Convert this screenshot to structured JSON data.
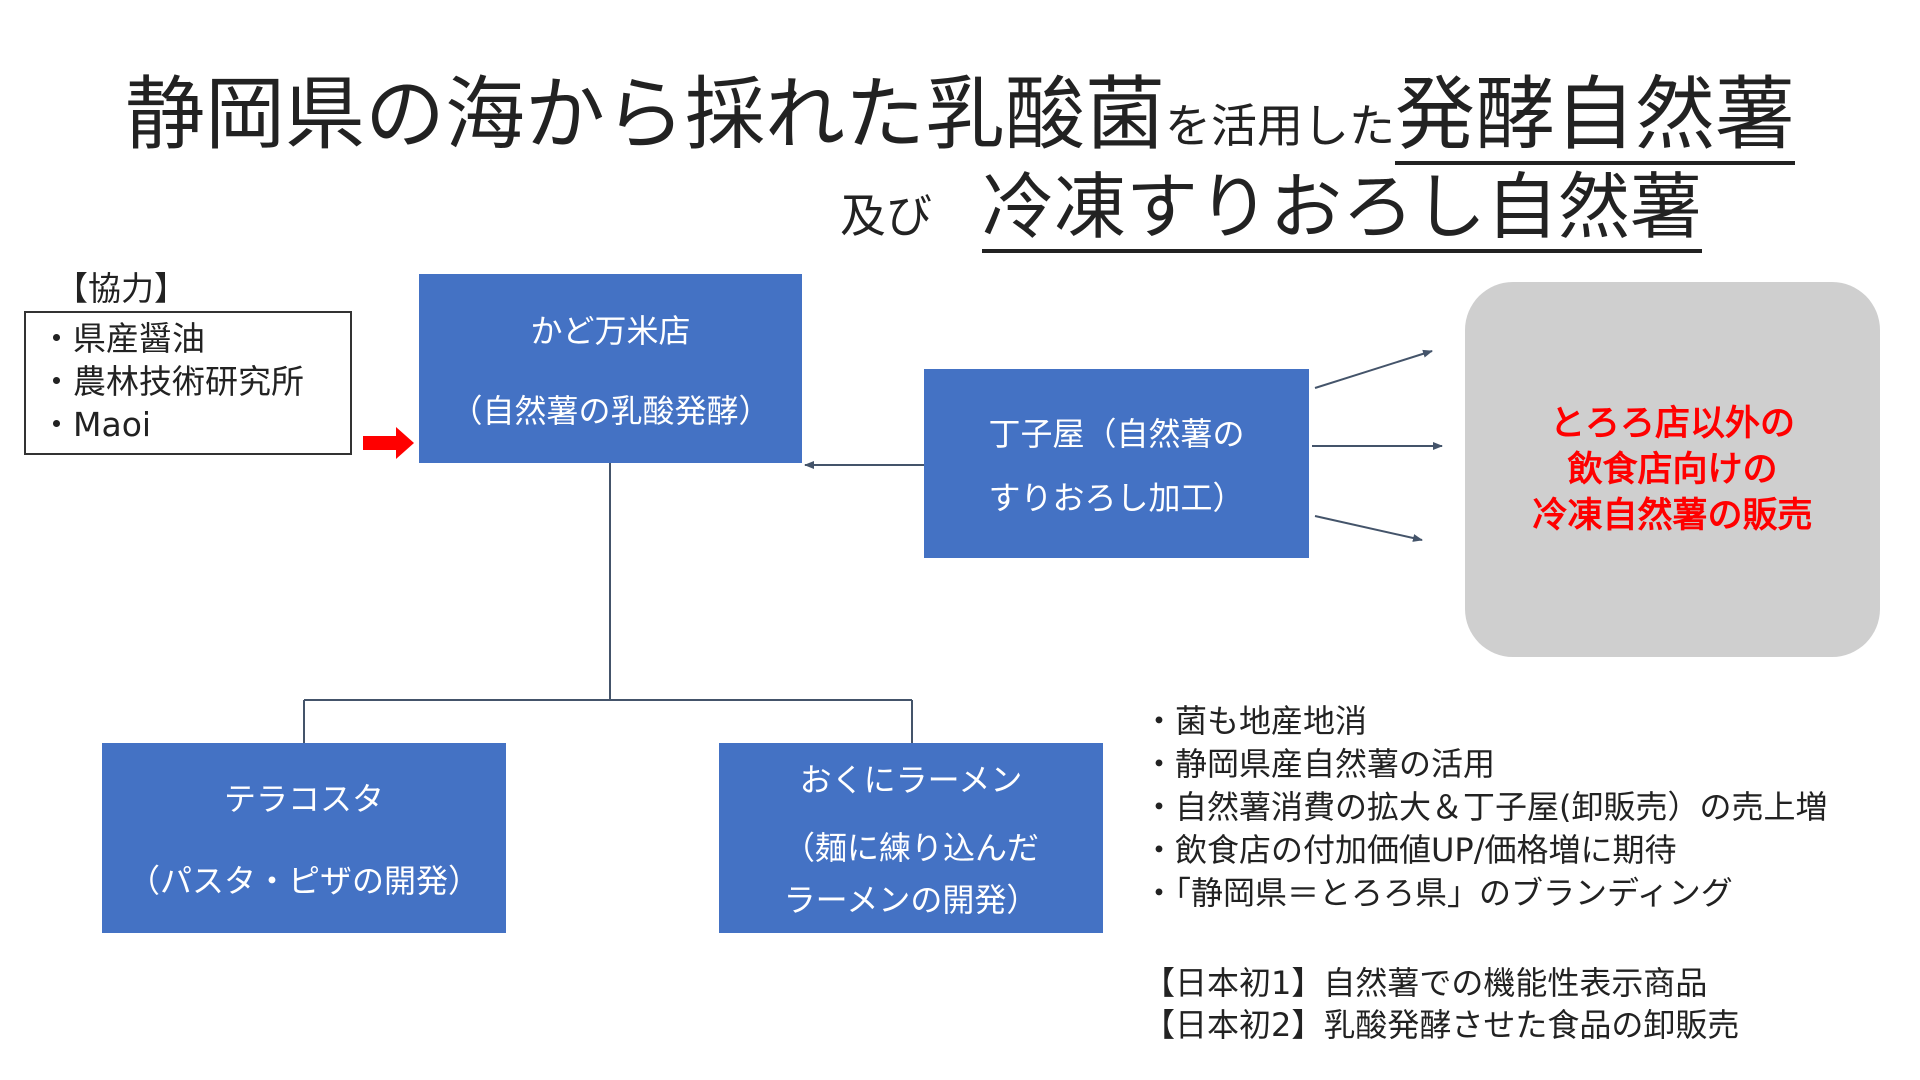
{
  "title": {
    "line1_part1": "静岡県の海から採れた乳酸菌",
    "line1_part2": "を活用した",
    "line1_part3": "発酵自然薯",
    "line2_part1": "及び",
    "line2_part2": "冷凍すりおろし自然薯"
  },
  "cooperation": {
    "heading": "【協力】",
    "items": [
      "・県産醤油",
      "・農林技術研究所",
      "・Maoi"
    ]
  },
  "nodes": {
    "kado": {
      "name": "かど万米店",
      "role": "（自然薯の乳酸発酵）"
    },
    "chojiya": {
      "line1": "丁子屋（自然薯の",
      "line2": "すりおろし加工）"
    },
    "terracosta": {
      "name": "テラコスタ",
      "role": "（パスタ・ピザの開発）"
    },
    "okuni": {
      "name": "おくにラーメン",
      "role_line1": "（麺に練り込んだ",
      "role_line2": "ラーメンの開発）"
    }
  },
  "sales": {
    "line1": "とろろ店以外の",
    "line2": "飲食店向けの",
    "line3": "冷凍自然薯の販売"
  },
  "benefits": [
    "・菌も地産地消",
    "・静岡県産自然薯の活用",
    "・自然薯消費の拡大＆丁子屋(卸販売）の売上増",
    "・飲食店の付加価値UP/価格増に期待",
    "・「静岡県＝とろろ県」のブランディング"
  ],
  "japan_firsts": [
    "【日本初1】自然薯での機能性表示商品",
    "【日本初2】乳酸発酵させた食品の卸販売"
  ],
  "colors": {
    "box_blue": "#4472c4",
    "sales_bg": "#cfcfcf",
    "sales_text": "#ff0000",
    "arrow_red": "#ff0000",
    "line_blue": "#44546a"
  }
}
